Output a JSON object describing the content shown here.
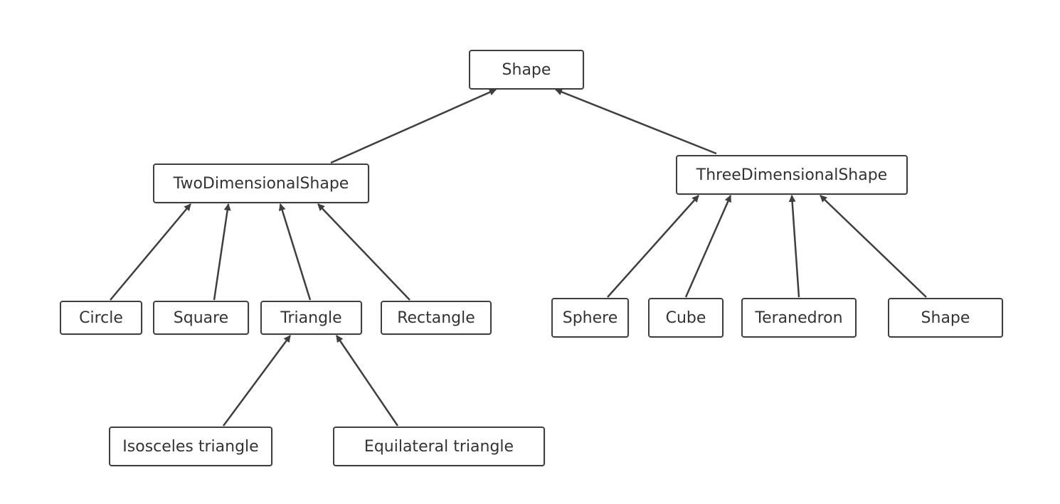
{
  "diagram": {
    "type": "class-hierarchy",
    "nodes": {
      "shape": "Shape",
      "two_dimensional_shape": "TwoDimensionalShape",
      "three_dimensional_shape": "ThreeDimensionalShape",
      "circle": "Circle",
      "square": "Square",
      "triangle": "Triangle",
      "rectangle": "Rectangle",
      "isosceles_triangle": "Isosceles triangle",
      "equilateral_triangle": "Equilateral triangle",
      "sphere": "Sphere",
      "cube": "Cube",
      "teranedron": "Teranedron",
      "shape_3d_child": "Shape"
    },
    "edges": [
      {
        "from": "two_dimensional_shape",
        "to": "shape"
      },
      {
        "from": "three_dimensional_shape",
        "to": "shape"
      },
      {
        "from": "circle",
        "to": "two_dimensional_shape"
      },
      {
        "from": "square",
        "to": "two_dimensional_shape"
      },
      {
        "from": "triangle",
        "to": "two_dimensional_shape"
      },
      {
        "from": "rectangle",
        "to": "two_dimensional_shape"
      },
      {
        "from": "isosceles_triangle",
        "to": "triangle"
      },
      {
        "from": "equilateral_triangle",
        "to": "triangle"
      },
      {
        "from": "sphere",
        "to": "three_dimensional_shape"
      },
      {
        "from": "cube",
        "to": "three_dimensional_shape"
      },
      {
        "from": "teranedron",
        "to": "three_dimensional_shape"
      },
      {
        "from": "shape_3d_child",
        "to": "three_dimensional_shape"
      }
    ],
    "colors": {
      "stroke": "#3f3f3f",
      "text": "#333333",
      "background": "#ffffff"
    }
  }
}
